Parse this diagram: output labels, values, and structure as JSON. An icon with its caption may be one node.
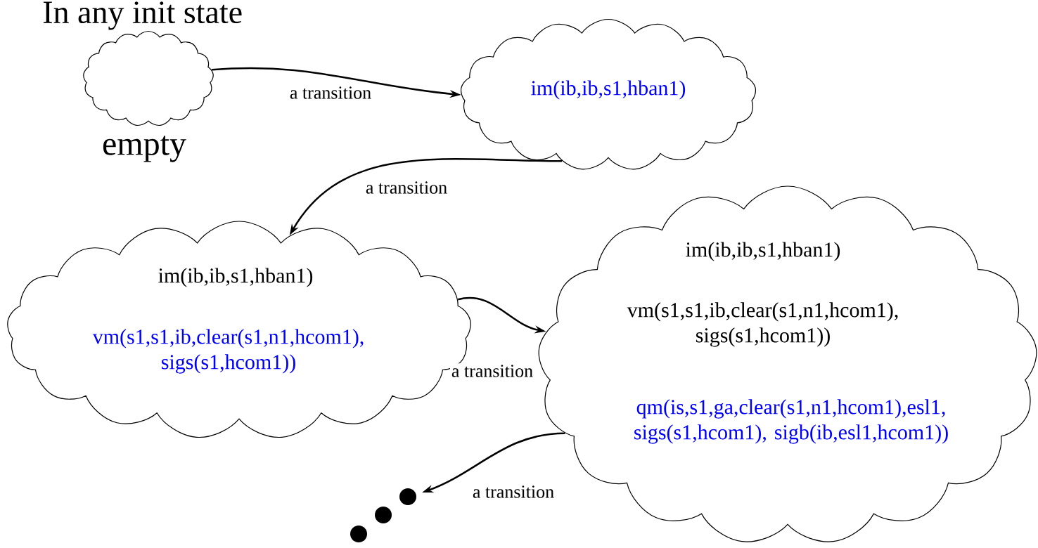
{
  "diagram": {
    "title": "In any init state",
    "nodes": [
      {
        "text": [
          "empty"
        ]
      },
      {
        "text": [
          "im(ib,ib,s1,hban1)"
        ]
      },
      {
        "text": [
          "im(ib,ib,s1,hban1)",
          "vm(s1,s1,ib,clear(s1,n1,hcom1), sigs(s1,hcom1))"
        ]
      },
      {
        "text": [
          "im(ib,ib,s1,hban1)",
          "vm(s1,s1,ib,clear(s1,n1,hcom1), sigs(s1,hcom1))",
          "qm(is,s1,ga,clear(s1,n1,hcom1),esl1, sigs(s1,hcom1), sigb(ib,esl1,hcom1))"
        ]
      },
      {
        "text": [],
        "shape": "dots"
      }
    ],
    "edges": [
      {
        "from": 0,
        "to": 1,
        "arrow": "to",
        "label": "a transition"
      },
      {
        "from": 1,
        "to": 2,
        "arrow": "to",
        "label": "a transition"
      },
      {
        "from": 2,
        "to": 3,
        "arrow": "to",
        "label": "a transition"
      },
      {
        "from": 3,
        "to": 4,
        "arrow": "to",
        "label": "a transition"
      }
    ]
  }
}
